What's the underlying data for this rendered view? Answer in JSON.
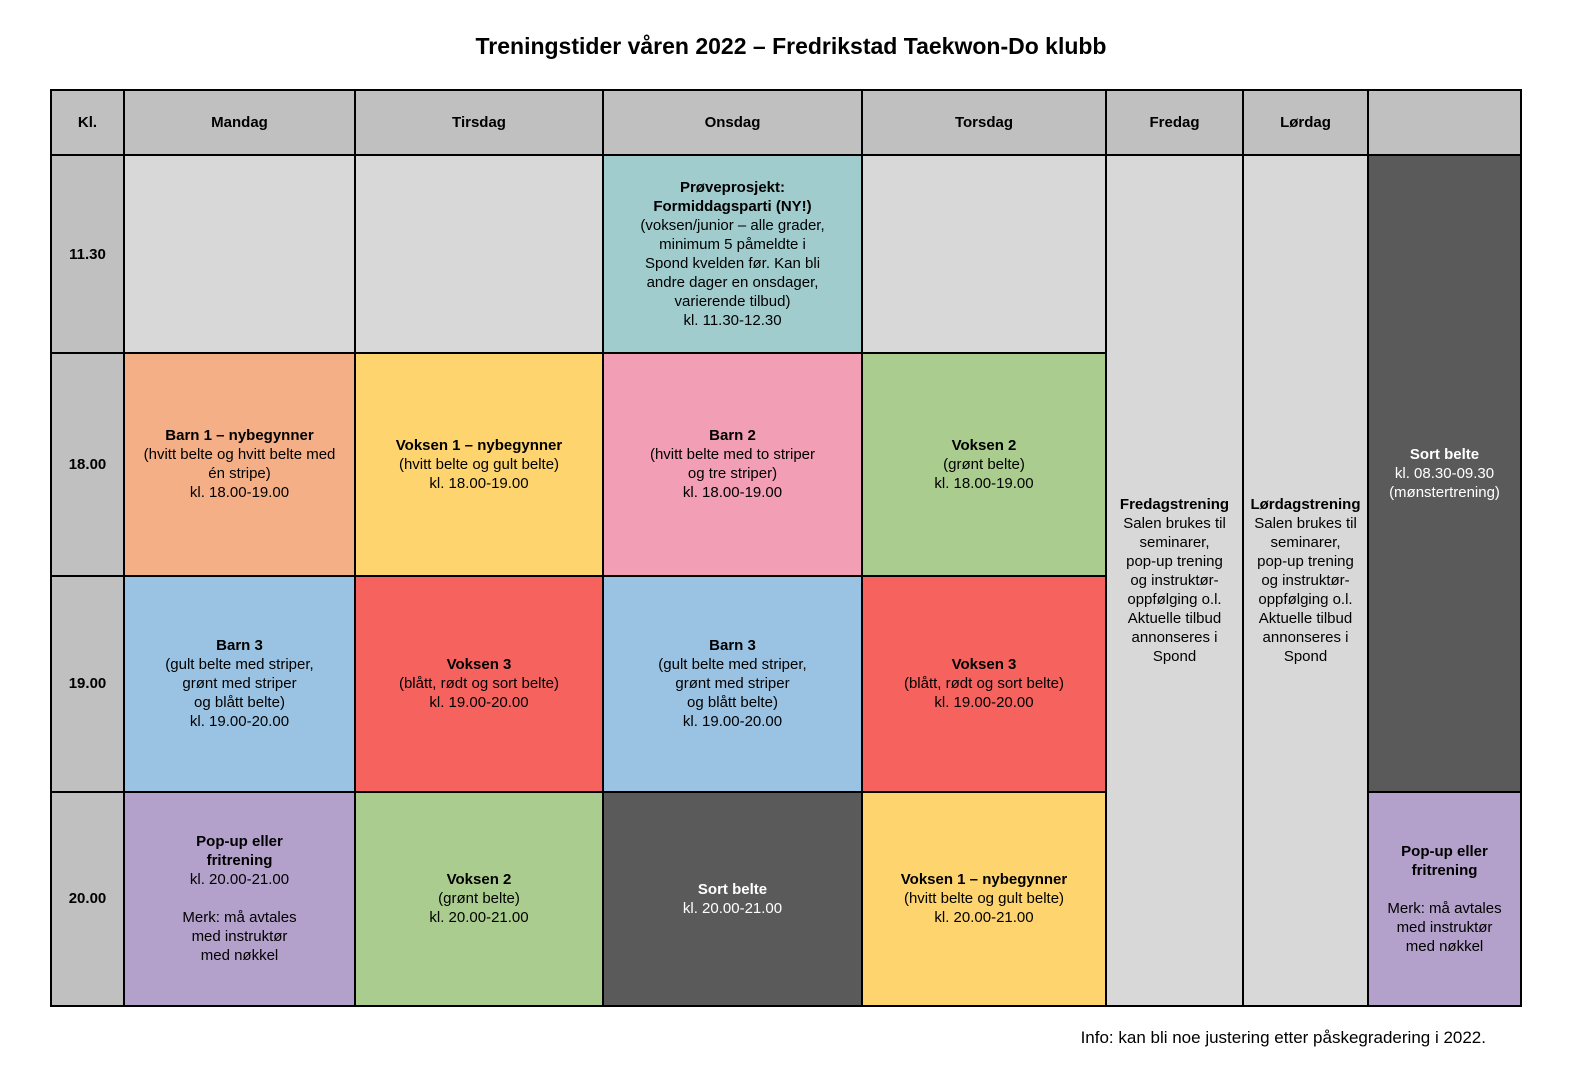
{
  "title": "Treningstider våren 2022 – Fredrikstad Taekwon-Do klubb",
  "header": {
    "time": "Kl.",
    "days": [
      "Mandag",
      "Tirsdag",
      "Onsdag",
      "Torsdag",
      "Fredag",
      "Lørdag",
      ""
    ]
  },
  "times": [
    "11.30",
    "18.00",
    "19.00",
    "20.00"
  ],
  "slot_1130": {
    "onsdag": {
      "name": "Prøveprosjekt:",
      "name2": "Formiddagsparti (NY!)",
      "lines": [
        "(voksen/junior – alle grader,",
        "minimum 5 påmeldte i",
        "Spond kvelden før. Kan bli",
        "andre dager en onsdager,",
        "varierende tilbud)",
        "kl. 11.30-12.30"
      ]
    }
  },
  "slot_1800": {
    "mandag": {
      "name": "Barn 1 – nybegynner",
      "lines": [
        "(hvitt belte og hvitt belte med",
        "én stripe)",
        "kl. 18.00-19.00"
      ]
    },
    "tirsdag": {
      "name": "Voksen 1 – nybegynner",
      "lines": [
        "(hvitt belte og gult belte)",
        "kl. 18.00-19.00"
      ]
    },
    "onsdag": {
      "name": "Barn 2",
      "lines": [
        "(hvitt belte med to striper",
        "og tre striper)",
        "kl. 18.00-19.00"
      ]
    },
    "torsdag": {
      "name": "Voksen 2",
      "lines": [
        "(grønt belte)",
        "kl. 18.00-19.00"
      ]
    }
  },
  "slot_1900": {
    "mandag": {
      "name": "Barn 3",
      "lines": [
        "(gult belte med striper,",
        "grønt med striper",
        "og blått belte)",
        "kl. 19.00-20.00"
      ]
    },
    "tirsdag": {
      "name": "Voksen 3",
      "lines": [
        "(blått, rødt og sort belte)",
        "kl. 19.00-20.00"
      ]
    },
    "onsdag": {
      "name": "Barn 3",
      "lines": [
        "(gult belte med striper,",
        "grønt med striper",
        "og blått belte)",
        "kl. 19.00-20.00"
      ]
    },
    "torsdag": {
      "name": "Voksen 3",
      "lines": [
        "(blått, rødt og sort belte)",
        "kl. 19.00-20.00"
      ]
    }
  },
  "slot_2000": {
    "mandag": {
      "name": "Pop-up eller",
      "name2": "fritrening",
      "lines": [
        "kl. 20.00-21.00"
      ],
      "note": [
        "Merk: må avtales",
        "med instruktør",
        "med nøkkel"
      ]
    },
    "tirsdag": {
      "name": "Voksen 2",
      "lines": [
        "(grønt belte)",
        "kl. 20.00-21.00"
      ]
    },
    "onsdag": {
      "name": "Sort belte",
      "lines": [
        "kl. 20.00-21.00"
      ]
    },
    "torsdag": {
      "name": "Voksen 1 – nybegynner",
      "lines": [
        "(hvitt belte og gult belte)",
        "kl. 20.00-21.00"
      ]
    }
  },
  "fredag": {
    "name": "Fredagstrening",
    "lines": [
      "Salen brukes til",
      "seminarer,",
      "pop-up trening",
      "og instruktør-",
      "oppfølging o.l.",
      "Aktuelle tilbud",
      "annonseres i",
      "Spond"
    ]
  },
  "lordag": {
    "name": "Lørdagstrening",
    "lines": [
      "Salen brukes til",
      "seminarer,",
      "pop-up trening",
      "og instruktør-",
      "oppfølging o.l.",
      "Aktuelle tilbud",
      "annonseres i",
      "Spond"
    ]
  },
  "extra": {
    "sort_belte": {
      "name": "Sort belte",
      "lines": [
        "kl. 08.30-09.30",
        "(mønstertrening)"
      ]
    },
    "popup": {
      "name": "Pop-up eller",
      "name2": "fritrening",
      "note": [
        "Merk: må avtales",
        "med instruktør",
        "med nøkkel"
      ]
    }
  },
  "footer": "Info: kan bli noe justering etter påskegradering i 2022.",
  "colors": {
    "header": "#c0c0c0",
    "empty": "#d8d8d8",
    "teal": "#a0cccd",
    "orange": "#f5af86",
    "yellow": "#fed46f",
    "pink": "#f29eb5",
    "green": "#aacd8f",
    "blue": "#9ac3e3",
    "red": "#f6635f",
    "purple": "#b3a0cb",
    "dark": "#5a5a5a"
  }
}
